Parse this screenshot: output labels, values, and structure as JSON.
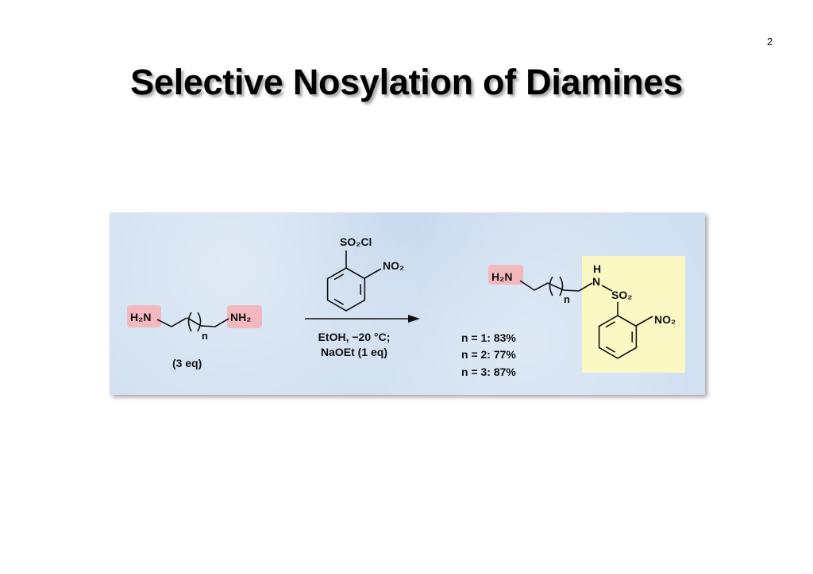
{
  "page_number": "2",
  "title": "Selective Nosylation of Diamines",
  "reactant": {
    "left_amine": "H₂N",
    "right_amine": "NH₂",
    "repeat_index": "n",
    "equivalents": "(3 eq)"
  },
  "reagent": {
    "sulfonyl_group": "SO₂Cl",
    "nitro_group": "NO₂"
  },
  "conditions": {
    "line1": "EtOH, −20 °C;",
    "line2": "NaOEt (1 eq)"
  },
  "product": {
    "free_amine": "H₂N",
    "repeat_index": "n",
    "nh_h": "H",
    "nh_n": "N",
    "sulfonyl_group": "SO₂",
    "nitro_group": "NO₂"
  },
  "yields": [
    "n = 1: 83%",
    "n = 2: 77%",
    "n = 3: 87%"
  ],
  "colors": {
    "panel_bg": "#cfdff0",
    "amine_highlight": "#f2b8be",
    "nosyl_highlight": "#fbf8c4"
  }
}
